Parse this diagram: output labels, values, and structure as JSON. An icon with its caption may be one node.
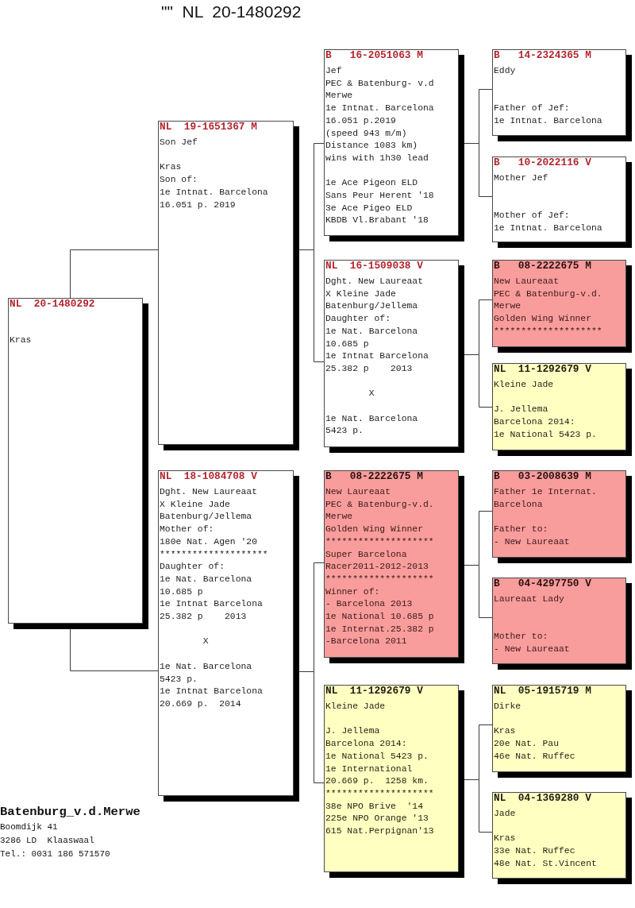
{
  "diagram": {
    "title": "\"\"  NL  20-1480292",
    "nodes": [
      {
        "text": [
          "NL  20-1480292",
          "Kras"
        ]
      },
      {
        "text": [
          "NL  19-1651367 M",
          "Son Jef",
          "Kras",
          "Son of:",
          "1e Intnat. Barcelona",
          "16.051 p. 2019"
        ]
      },
      {
        "text": [
          "NL  18-1084708 V",
          "Dght. New Laureaat",
          "X Kleine Jade",
          "Batenburg/Jellema",
          "Mother of:",
          "180e Nat. Agen '20",
          "********************",
          "Daughter of:",
          "1e Nat. Barcelona",
          "10.685 p",
          "1e Intnat Barcelona",
          "25.382 p    2013",
          "X",
          "1e Nat. Barcelona",
          "5423 p.",
          "1e Intnat Barcelona",
          "20.669 p.  2014"
        ]
      },
      {
        "text": [
          "B   16-2051063 M",
          "Jef",
          "PEC & Batenburg- v.d Merwe",
          "1e Intnat. Barcelona",
          "16.051 p.2019",
          "(speed 943 m/m)",
          "Distance 1083 km)",
          "wins with 1h30 lead",
          "1e Ace Pigeon ELD",
          "Sans Peur Herent '18",
          "3e Ace Pigeo ELD",
          "KBDB Vl.Brabant '18"
        ]
      },
      {
        "text": [
          "NL  16-1509038 V",
          "Dght. New Laureaat",
          "X Kleine Jade",
          "Batenburg/Jellema",
          "Daughter of:",
          "1e Nat. Barcelona",
          "10.685 p",
          "1e Intnat Barcelona",
          "25.382 p    2013",
          "X",
          "1e Nat. Barcelona",
          "5423 p."
        ]
      },
      {
        "text": [
          "B   08-2222675 M",
          "New Laureaat",
          "PEC & Batenburg-v.d. Merwe",
          "Golden Wing Winner",
          "********************",
          "Super Barcelona Racer2011-2012-2013",
          "********************",
          "Winner of:",
          "- Barcelona 2013",
          "1e National 10.685 p",
          "1e Internat.25.382 p",
          "-Barcelona 2011"
        ]
      },
      {
        "text": [
          "NL  11-1292679 V",
          "Kleine Jade",
          "J. Jellema",
          "Barcelona 2014:",
          "1e National 5423 p.",
          "1e International",
          "20.669 p.  1258 km.",
          "********************",
          "38e NPO Brive  '14",
          "225e NPO Orange '13",
          "615 Nat.Perpignan'13"
        ]
      },
      {
        "text": [
          "B   14-2324365 M",
          "Eddy",
          "Father of Jef:",
          "1e Intnat. Barcelona"
        ]
      },
      {
        "text": [
          "B   10-2022116 V",
          "Mother Jef",
          "Mother of Jef:",
          "1e Intnat. Barcelona"
        ]
      },
      {
        "text": [
          "B   08-2222675 M",
          "New Laureaat",
          "PEC & Batenburg-v.d. Merwe",
          "Golden Wing Winner",
          "********************"
        ]
      },
      {
        "text": [
          "NL  11-1292679 V",
          "Kleine Jade",
          "J. Jellema",
          "Barcelona 2014:",
          "1e National 5423 p."
        ]
      },
      {
        "text": [
          "B   03-2008639 M",
          "Father 1e Internat. Barcelona",
          "Father to:",
          "- New Laureaat"
        ]
      },
      {
        "text": [
          "B   04-4297750 V",
          "Laureaat Lady",
          "Mother to:",
          "- New Laureaat"
        ]
      },
      {
        "text": [
          "NL  05-1915719 M",
          "Dirke",
          "Kras",
          "20e Nat. Pau",
          "46e Nat. Ruffec"
        ]
      },
      {
        "text": [
          "NL  04-1369280 V",
          "Jade",
          "Kras",
          "33e Nat. Ruffec",
          "48e Nat. St.Vincent"
        ]
      }
    ],
    "edges": [
      {
        "from": 0,
        "to": 1,
        "arrow": "none"
      },
      {
        "from": 0,
        "to": 2,
        "arrow": "none"
      },
      {
        "from": 1,
        "to": 3,
        "arrow": "none"
      },
      {
        "from": 1,
        "to": 4,
        "arrow": "none"
      },
      {
        "from": 2,
        "to": 5,
        "arrow": "none"
      },
      {
        "from": 2,
        "to": 6,
        "arrow": "none"
      },
      {
        "from": 3,
        "to": 7,
        "arrow": "none"
      },
      {
        "from": 3,
        "to": 8,
        "arrow": "none"
      },
      {
        "from": 4,
        "to": 9,
        "arrow": "none"
      },
      {
        "from": 4,
        "to": 10,
        "arrow": "none"
      },
      {
        "from": 5,
        "to": 11,
        "arrow": "none"
      },
      {
        "from": 5,
        "to": 12,
        "arrow": "none"
      },
      {
        "from": 6,
        "to": 13,
        "arrow": "none"
      },
      {
        "from": 6,
        "to": 14,
        "arrow": "none"
      }
    ],
    "labels": [
      "Batenburg_v.d.Merwe",
      "Boomdijk 41",
      "3286 LD  Klaaswaal",
      "Tel.: 0031 186 571570"
    ]
  }
}
